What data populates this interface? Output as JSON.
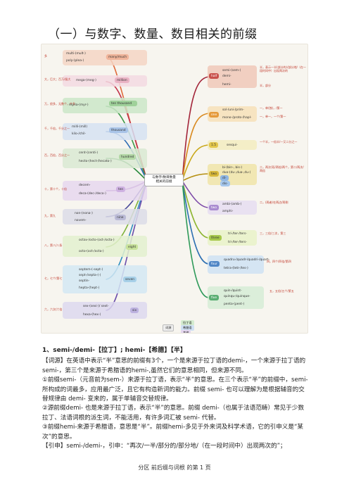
{
  "title": "（一）与数字、数量、数目相关的前缀",
  "mindmap": {
    "center": [
      "与数字/数目数量",
      "相关的前缀"
    ],
    "left_branches": [
      {
        "note": "多",
        "items": [
          "multi-(mult-)",
          "poly-(plea-)"
        ],
        "meaning": "many/much",
        "color": "#f5d5c4"
      },
      {
        "note": "大，巨大；百万/极大",
        "items": [
          "mega-(meg-)"
        ],
        "meaning": "million",
        "color": "#f3d9e2"
      },
      {
        "note": "万，很多，无数个，许多",
        "items": [
          "myria-(myr-)"
        ],
        "meaning": "ten thousand",
        "color": "#cbe6c8"
      },
      {
        "note": "千，千倍，千分之一",
        "items": [
          "milli-(mill)",
          "kilo-/chil-"
        ],
        "meaning": "thousand",
        "color": "#d6e2f2"
      },
      {
        "note": "百，百倍，百分之一",
        "items": [
          "cent-(centi-)",
          "hecto-(hect-/hecato-)"
        ],
        "meaning": "hundred",
        "color": "#d9e9d2"
      },
      {
        "note": "十，第十个，十倍",
        "items": [
          "decem-",
          "deca-(dec-/deco-)"
        ],
        "meaning": "ten",
        "color": "#e6d7ee"
      },
      {
        "note": "九，第九",
        "items": [
          "non-(nona-)",
          "novem-"
        ],
        "meaning": "nine",
        "color": "#dcdce8"
      },
      {
        "note": "八，第八/八条",
        "items": [
          "octav-/octo-(oct-/octa-)",
          "octo-(oct-/octa-)"
        ],
        "meaning": "eight",
        "color": "#e3f0cf"
      },
      {
        "note": "七，七个/第七",
        "items": [
          "septem-(-sept-)",
          "sept-/septa-(-)",
          "septin-",
          "hepta-(hept-)"
        ],
        "meaning": "seven",
        "color": "#d4e8f3"
      },
      {
        "note": "六，六次/六倍",
        "items": [
          "sex-(sexi-)/ sext-",
          "hexa-(hex-)"
        ],
        "meaning": "six",
        "color": "#ddd8ef"
      }
    ],
    "right_branches": [
      {
        "key": "half",
        "items": [
          "semi-(sem-)",
          "demi-",
          "hemi-"
        ],
        "note": "半，表示一半(部分的)/部分地/（在一段时间中）出现两次的",
        "note2": "半，部分",
        "color": "#f0c8b8"
      },
      {
        "key": "one",
        "items": [
          "sol-/uni-/prim-",
          "mono-/proto-/hapl-"
        ],
        "note": "一，单(独)，/第一",
        "note2": "一，单一，一个/第一",
        "color": "#f7e0b8"
      },
      {
        "key": "1.5",
        "items": [
          "sesqui-"
        ],
        "note": "一个半，一倍半/一又二分之一",
        "color": "#f3ecc0"
      },
      {
        "key": "two",
        "items": [
          "bi-(bin-, bis-)",
          "duo-(du-,dua-,du-)",
          "di-",
          "dis-"
        ],
        "note": "二，两次/双/两倍/两个，第二/两次/两倍",
        "color": "#f0e4a8"
      },
      {
        "key": "two",
        "items": [
          "ambi-(amb-)",
          "amphi-"
        ],
        "note": "二，(两者)在两边/两侧",
        "color": "#e6ddf1"
      },
      {
        "key": "three",
        "items": [
          "tri-/ter-/ters-",
          "tri-/ter-/ters-"
        ],
        "note": "三，三倍/三次，第三",
        "color": "#e9f2c8"
      },
      {
        "key": "four",
        "items": [
          "quadru-/quadr-/quadri-/quart-",
          "tetra-(tetr-/tes-)"
        ],
        "note": "四，四个/四倍/第四",
        "color": "#cfe2f3"
      },
      {
        "key": "five",
        "items": [
          "quin-/quint-",
          "quinqu-/quinque-",
          "penta-(pent-)"
        ],
        "note": "五，五倍/五个/第五",
        "color": "#d6ecd6"
      }
    ],
    "legend": [
      "词源",
      "拉丁语",
      "希腊语",
      "其他"
    ]
  },
  "body": {
    "heading": "1、semi-/demi-【拉丁】; hemi-【希腊】【半】",
    "paragraphs": [
      "【词源】在英语中表示“半”意思的前缀有3个，一个是来源于拉丁语的demi-，一个来源于拉丁语的semi-，第三个是来源于希腊语的hemi-,虽然它们的意思相同，但来源不同。",
      "①前缀semi-（元音前为sem-）来源于拉丁语，表示“半”的意思。在三个表示“半”的前缀中，semi- 所构成的词最多，应用最广泛，且它有构造新词的能力。前缀 semi- 也可以理解为是根据辅音的交替规律由 demi- 变来的，属于单辅音交替规律。",
      "②源前缀demi- 也是来源于拉丁语，表示“半”的意思。前缀 demi-（也属于法语范畴）常见于少数拉丁、法语词根的派生词，不能活用，有许多词汇被 semi- 代替。",
      "③前缀hemi-来源于希腊语，意思是“半”。前缀hemi-多见于外来词及科学术语，它的引申义是“某次”的意思。",
      "【引申】semi-/demi-，引申：“再次/一半/部分的/部分地/（在一段时间中）出现两次的”；"
    ]
  },
  "footer": "分区 前后缀与词根 的第 1 页"
}
